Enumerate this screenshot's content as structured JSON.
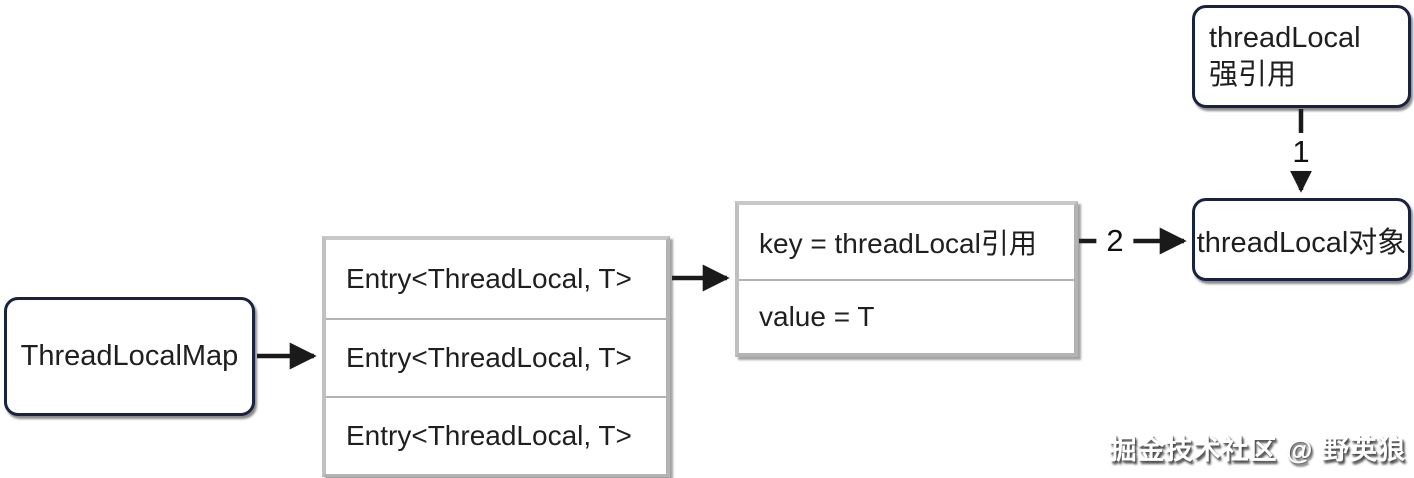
{
  "diagram": {
    "nodes": {
      "threadlocalmap": {
        "label": "ThreadLocalMap"
      },
      "entry_table": {
        "rows": [
          "Entry<ThreadLocal, T>",
          "Entry<ThreadLocal, T>",
          "Entry<ThreadLocal, T>"
        ]
      },
      "kv_table": {
        "rows": [
          "key = threadLocal引用",
          "value = T"
        ]
      },
      "strong_ref": {
        "line1": "threadLocal",
        "line2": "强引用"
      },
      "tl_object": {
        "label": "threadLocal对象"
      }
    },
    "edge_labels": {
      "strong_ref_to_object": "1",
      "kv_to_object": "2"
    },
    "colors": {
      "node_border": "#1a2240",
      "table_border": "#b3b3b3",
      "arrow": "#1a1a1a",
      "text": "#1f1f1f"
    }
  },
  "watermark": "掘金技术社区 @ 野英狼"
}
